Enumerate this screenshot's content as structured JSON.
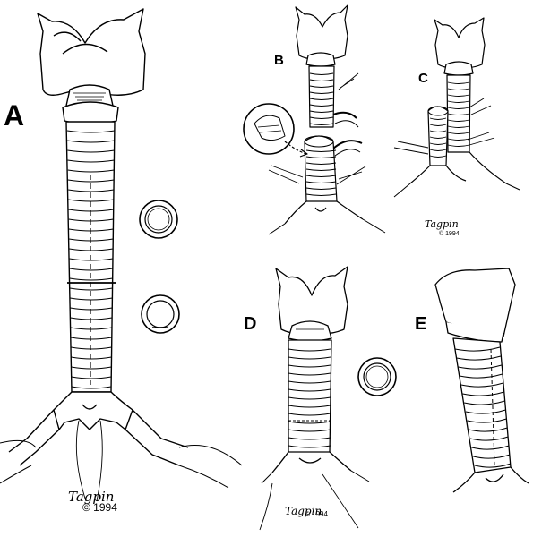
{
  "panels": {
    "a": {
      "label": "A"
    },
    "b": {
      "label": "B"
    },
    "c": {
      "label": "C"
    },
    "d": {
      "label": "D"
    },
    "e": {
      "label": "E"
    }
  },
  "credits": {
    "a": {
      "signature": "Tagpin",
      "copyright": "© 1994"
    },
    "c": {
      "signature": "Tagpin",
      "copyright": "© 1994"
    },
    "d": {
      "signature": "Tagpin",
      "copyright": "© 1994"
    }
  },
  "colors": {
    "ink": "#000000",
    "paper": "#ffffff"
  }
}
